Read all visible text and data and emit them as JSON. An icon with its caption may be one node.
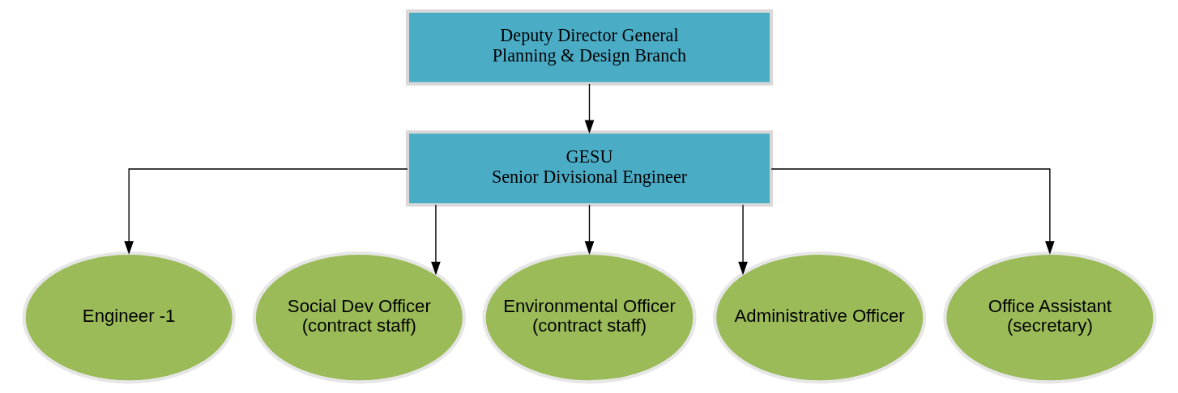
{
  "diagram": {
    "nodes": [
      {
        "text": [
          "Deputy Director General",
          "Planning & Design Branch"
        ]
      },
      {
        "text": [
          "GESU",
          "Senior Divisional Engineer"
        ]
      },
      {
        "text": [
          "Engineer -1"
        ]
      },
      {
        "text": [
          "Social Dev Officer",
          "(contract staff)"
        ]
      },
      {
        "text": [
          "Environmental Officer",
          "(contract staff)"
        ]
      },
      {
        "text": [
          "Administrative Officer"
        ]
      },
      {
        "text": [
          "Office Assistant",
          "(secretary)"
        ]
      }
    ],
    "edges": [
      {
        "from": 0,
        "to": 1,
        "arrow": "to"
      },
      {
        "from": 1,
        "to": 2,
        "arrow": "to"
      },
      {
        "from": 1,
        "to": 3,
        "arrow": "to"
      },
      {
        "from": 1,
        "to": 4,
        "arrow": "to"
      },
      {
        "from": 1,
        "to": 5,
        "arrow": "to"
      },
      {
        "from": 1,
        "to": 6,
        "arrow": "to"
      }
    ]
  }
}
